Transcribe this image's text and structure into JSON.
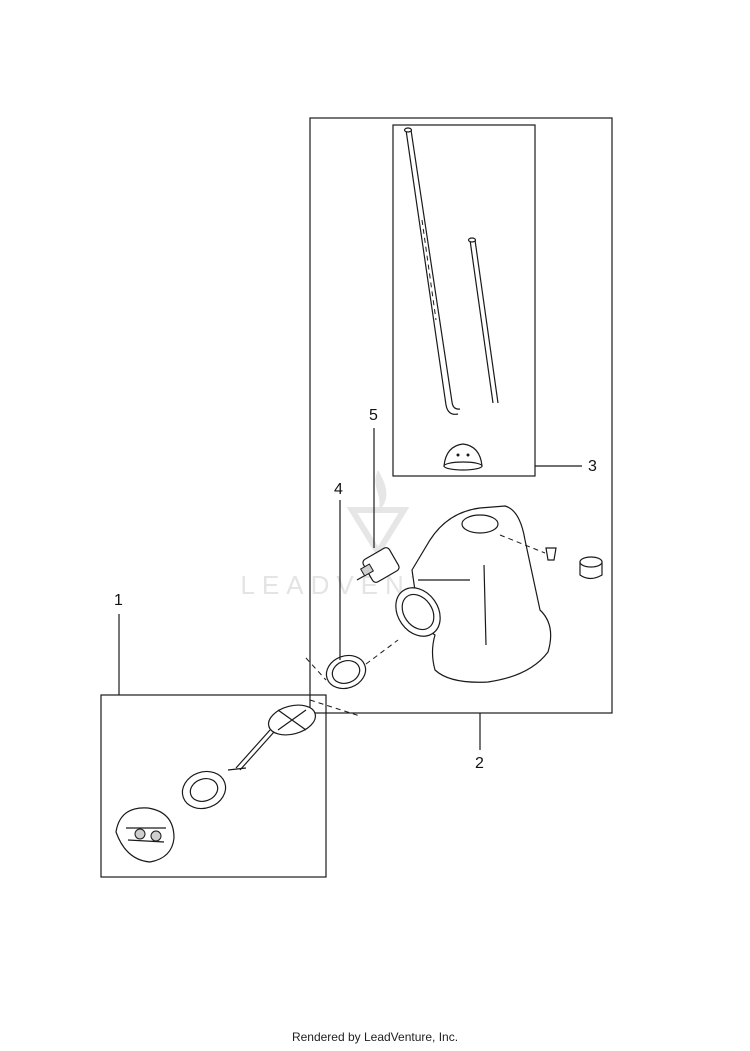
{
  "watermark": {
    "text": "LEADVENTURE"
  },
  "callouts": [
    {
      "id": "1",
      "label": "1"
    },
    {
      "id": "2",
      "label": "2"
    },
    {
      "id": "3",
      "label": "3"
    },
    {
      "id": "4",
      "label": "4"
    },
    {
      "id": "5",
      "label": "5"
    }
  ],
  "footer": {
    "text": "Rendered by LeadVenture, Inc."
  },
  "colors": {
    "line": "#1a1a1a",
    "watermark": "#e4e4e4",
    "background": "#ffffff"
  }
}
